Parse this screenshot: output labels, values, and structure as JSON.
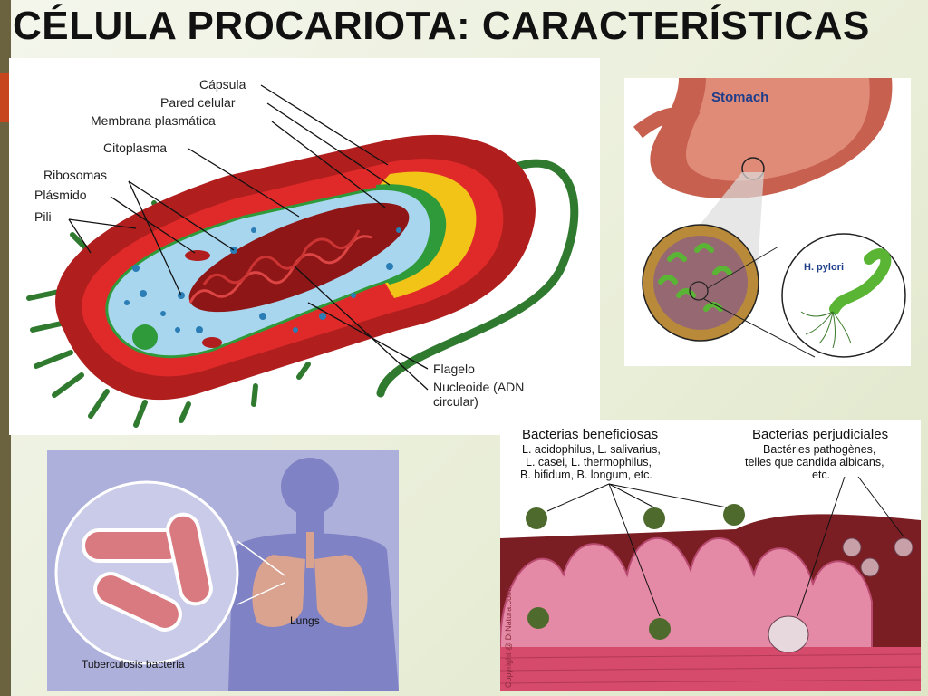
{
  "title": "CÉLULA PROCARIOTA: CARACTERÍSTICAS",
  "cell_diagram": {
    "labels": {
      "capsula": "Cápsula",
      "pared": "Pared celular",
      "membrana": "Membrana plasmática",
      "citoplasma": "Citoplasma",
      "ribosomas": "Ribosomas",
      "plasmido": "Plásmido",
      "pili": "Pili",
      "flagelo": "Flagelo",
      "nucleoide_1": "Nucleoide (ADN",
      "nucleoide_2": "circular)"
    }
  },
  "stomach": {
    "title": "Stomach",
    "bacteria": "H. pylori"
  },
  "tb": {
    "organ": "Lungs",
    "caption": "Tuberculosis bacteria"
  },
  "gut": {
    "good_title": "Bacterias beneficiosas",
    "good_1": "L. acidophilus, L. salivarius,",
    "good_2": "L. casei, L. thermophilus,",
    "good_3": "B. bifidum, B. longum, etc.",
    "bad_title": "Bacterias perjudiciales",
    "bad_1": "Bactéries pathogènes,",
    "bad_2": "telles que candida albicans,",
    "bad_3": "etc.",
    "watermark": "Copyright @ DrNatura.com!"
  }
}
